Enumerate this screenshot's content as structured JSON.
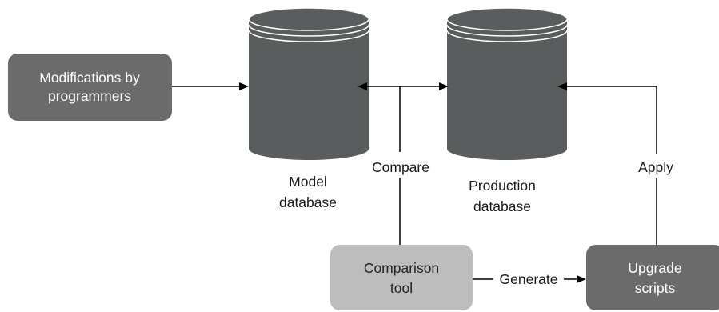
{
  "diagram": {
    "modifications_box": {
      "line1": "Modifications by",
      "line2": "programmers"
    },
    "model_db": {
      "line1": "Model",
      "line2": "database"
    },
    "production_db": {
      "line1": "Production",
      "line2": "database"
    },
    "compare_label": "Compare",
    "apply_label": "Apply",
    "comparison_tool": {
      "line1": "Comparison",
      "line2": "tool"
    },
    "generate_label": "Generate",
    "upgrade_scripts": {
      "line1": "Upgrade",
      "line2": "scripts"
    }
  },
  "colors": {
    "dark_box": "#6b6b6b",
    "light_box": "#bdbdbd",
    "cylinder": "#5a5d5d",
    "text_on_dark": "#ffffff",
    "text_on_light": "#222222"
  }
}
